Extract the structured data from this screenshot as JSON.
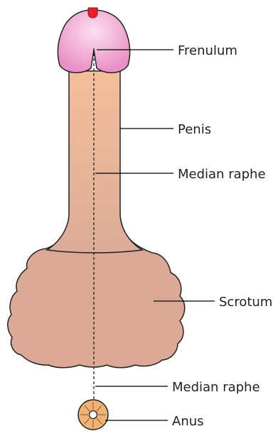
{
  "labels": {
    "frenulum": "Frenulum",
    "penis": "Penis",
    "median_raphe_upper": "Median raphe",
    "scrotum": "Scrotum",
    "median_raphe_lower": "Median raphe",
    "anus": "Anus"
  },
  "colors": {
    "glans_light": "#fbe0ef",
    "glans_dark": "#eb8ec5",
    "meatus": "#e8202e",
    "shaft_light": "#f5be9a",
    "shaft_dark": "#dcac98",
    "scrotum": "#dca996",
    "anus": "#f0b277",
    "line": "#222222"
  }
}
